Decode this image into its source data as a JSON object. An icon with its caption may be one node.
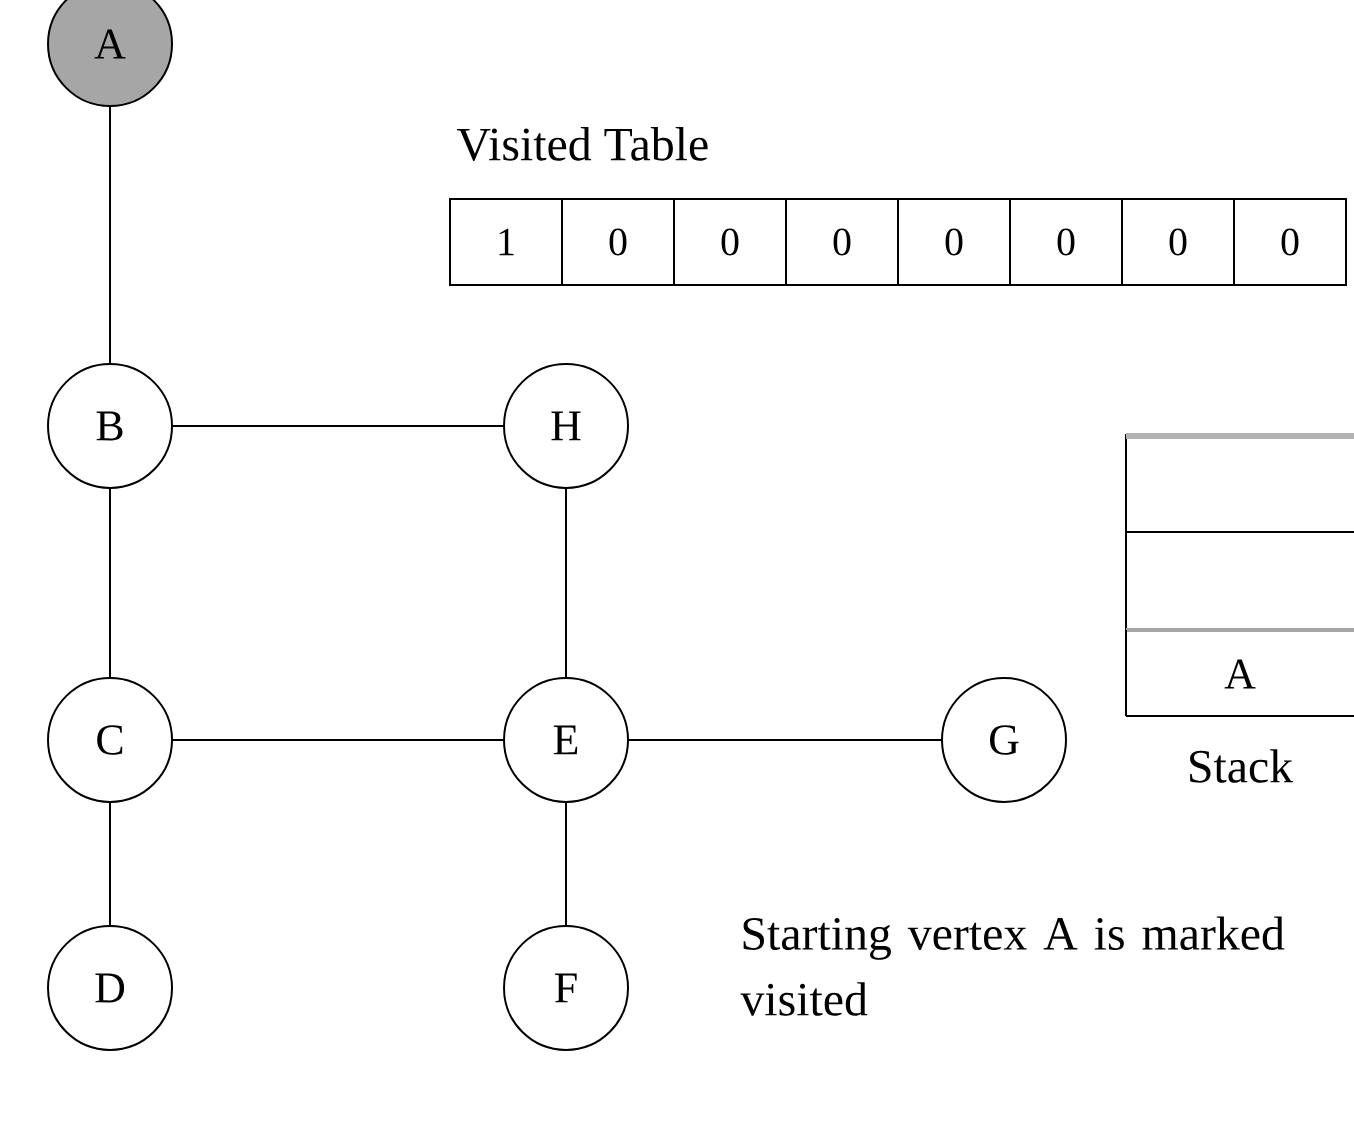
{
  "diagram": {
    "nodes": [
      {
        "text": [
          "A"
        ]
      },
      {
        "text": [
          "B"
        ]
      },
      {
        "text": [
          "H"
        ]
      },
      {
        "text": [
          "C"
        ]
      },
      {
        "text": [
          "E"
        ]
      },
      {
        "text": [
          "G"
        ]
      },
      {
        "text": [
          "D"
        ]
      },
      {
        "text": [
          "F"
        ]
      }
    ],
    "edges": [
      {
        "from": 0,
        "to": 1,
        "arrow": "none"
      },
      {
        "from": 1,
        "to": 2,
        "arrow": "none"
      },
      {
        "from": 1,
        "to": 3,
        "arrow": "none"
      },
      {
        "from": 2,
        "to": 4,
        "arrow": "none"
      },
      {
        "from": 3,
        "to": 4,
        "arrow": "none"
      },
      {
        "from": 4,
        "to": 5,
        "arrow": "none"
      },
      {
        "from": 3,
        "to": 6,
        "arrow": "none"
      },
      {
        "from": 4,
        "to": 7,
        "arrow": "none"
      }
    ],
    "labels": [
      "Visited Table",
      "1",
      "0",
      "0",
      "0",
      "0",
      "0",
      "0",
      "0",
      "A",
      "Stack",
      "Starting vertex A is marked visited"
    ]
  }
}
